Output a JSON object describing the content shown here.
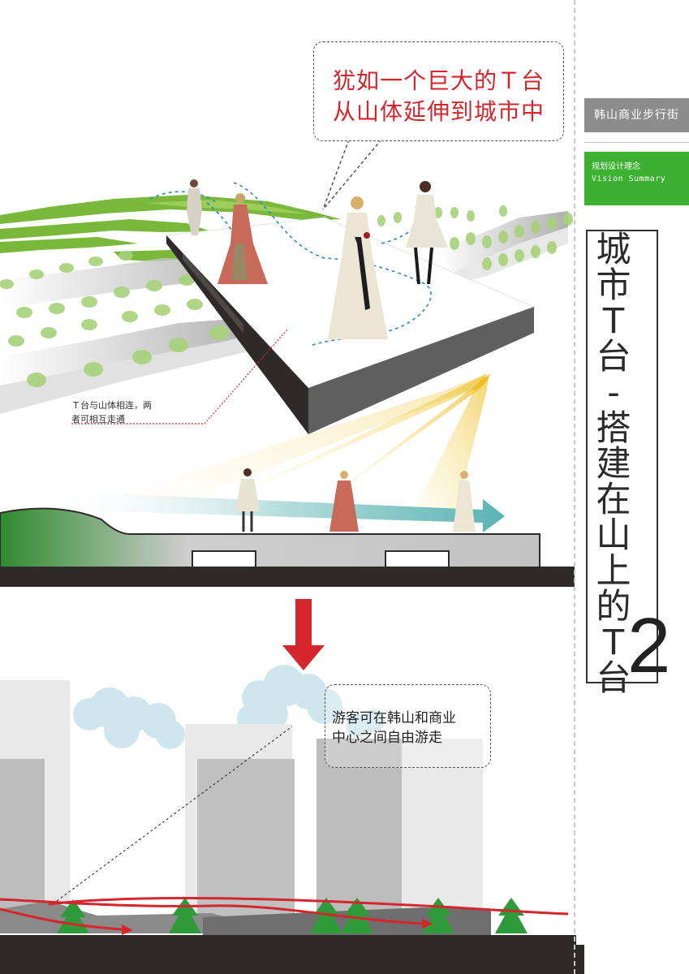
{
  "sidebar": {
    "project_title": "韩山商业步行街",
    "section_cn": "规划设计理念",
    "section_en": "Vision Summary",
    "vertical_title": [
      "城",
      "市",
      "T",
      "台",
      "-",
      "搭",
      "建",
      "在",
      "山",
      "上",
      "的",
      "T",
      "台"
    ],
    "page_number": "2"
  },
  "callout_top": {
    "line1": "犹如一个巨大的Ｔ台",
    "line2": "从山体延伸到城市中"
  },
  "note_connect": {
    "line1": "Ｔ台与山体相连，两",
    "line2": "者可相互走通"
  },
  "callout_bottom": {
    "line1": "游客可在韩山和商业",
    "line2": "中心之间自由游走"
  },
  "colors": {
    "accent_red": "#d4262c",
    "green": "#3cb030",
    "grey": "#8c8c8c",
    "dark": "#2e2a2a"
  }
}
